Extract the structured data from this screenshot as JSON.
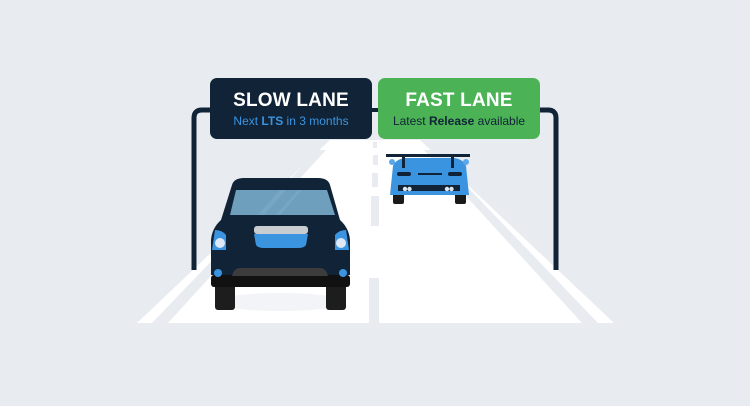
{
  "slow_lane": {
    "title": "SLOW LANE",
    "subtitle_prefix": "Next ",
    "subtitle_bold": "LTS",
    "subtitle_suffix": " in 3 months",
    "sign_color": "#112336",
    "subtitle_color": "#3b94e0"
  },
  "fast_lane": {
    "title": "FAST LANE",
    "subtitle_prefix": "Latest ",
    "subtitle_bold": "Release",
    "subtitle_suffix": " available",
    "sign_color": "#4bb356",
    "subtitle_color": "#112336"
  },
  "colors": {
    "background": "#e8ebf0",
    "road": "#ffffff",
    "lane_marking": "#e8ebf0",
    "gantry": "#112336",
    "sedan_body": "#112336",
    "sedan_accent": "#3b94e0",
    "sports_car_body": "#3b94e0"
  }
}
